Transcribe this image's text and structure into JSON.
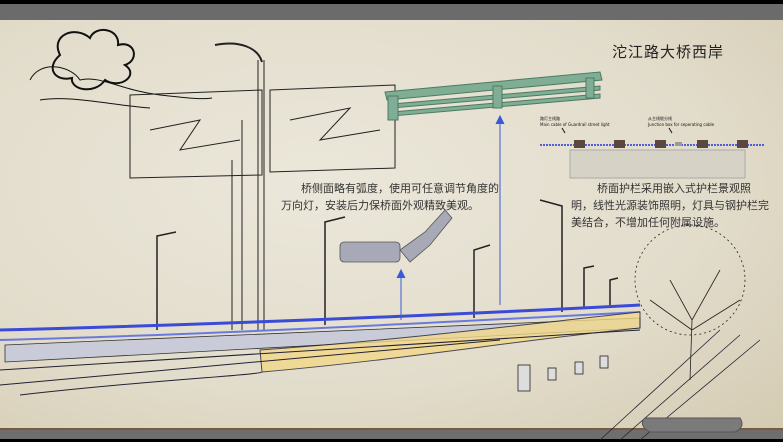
{
  "title": "沱江路大桥西岸",
  "description_left": "桥侧面略有弧度，使用可任意调节角度的万向灯，安装后力保桥面外观精致美观。",
  "description_right": "桥面护栏采用嵌入式护栏景观照明，线性光源装饰照明，灯具与钢护栏完美结合，不增加任何附属设施。",
  "detail_labels": [
    {
      "zh": "路灯主线路",
      "en": "Main cable of Guardrail street light"
    },
    {
      "zh": "从主线缆分线",
      "en": "Junction box for seperating cable"
    }
  ],
  "colors": {
    "guardrail": "#7fae95",
    "cable": "#2233dd",
    "light": "#f3d98a",
    "frame": "#6b6b6b"
  }
}
